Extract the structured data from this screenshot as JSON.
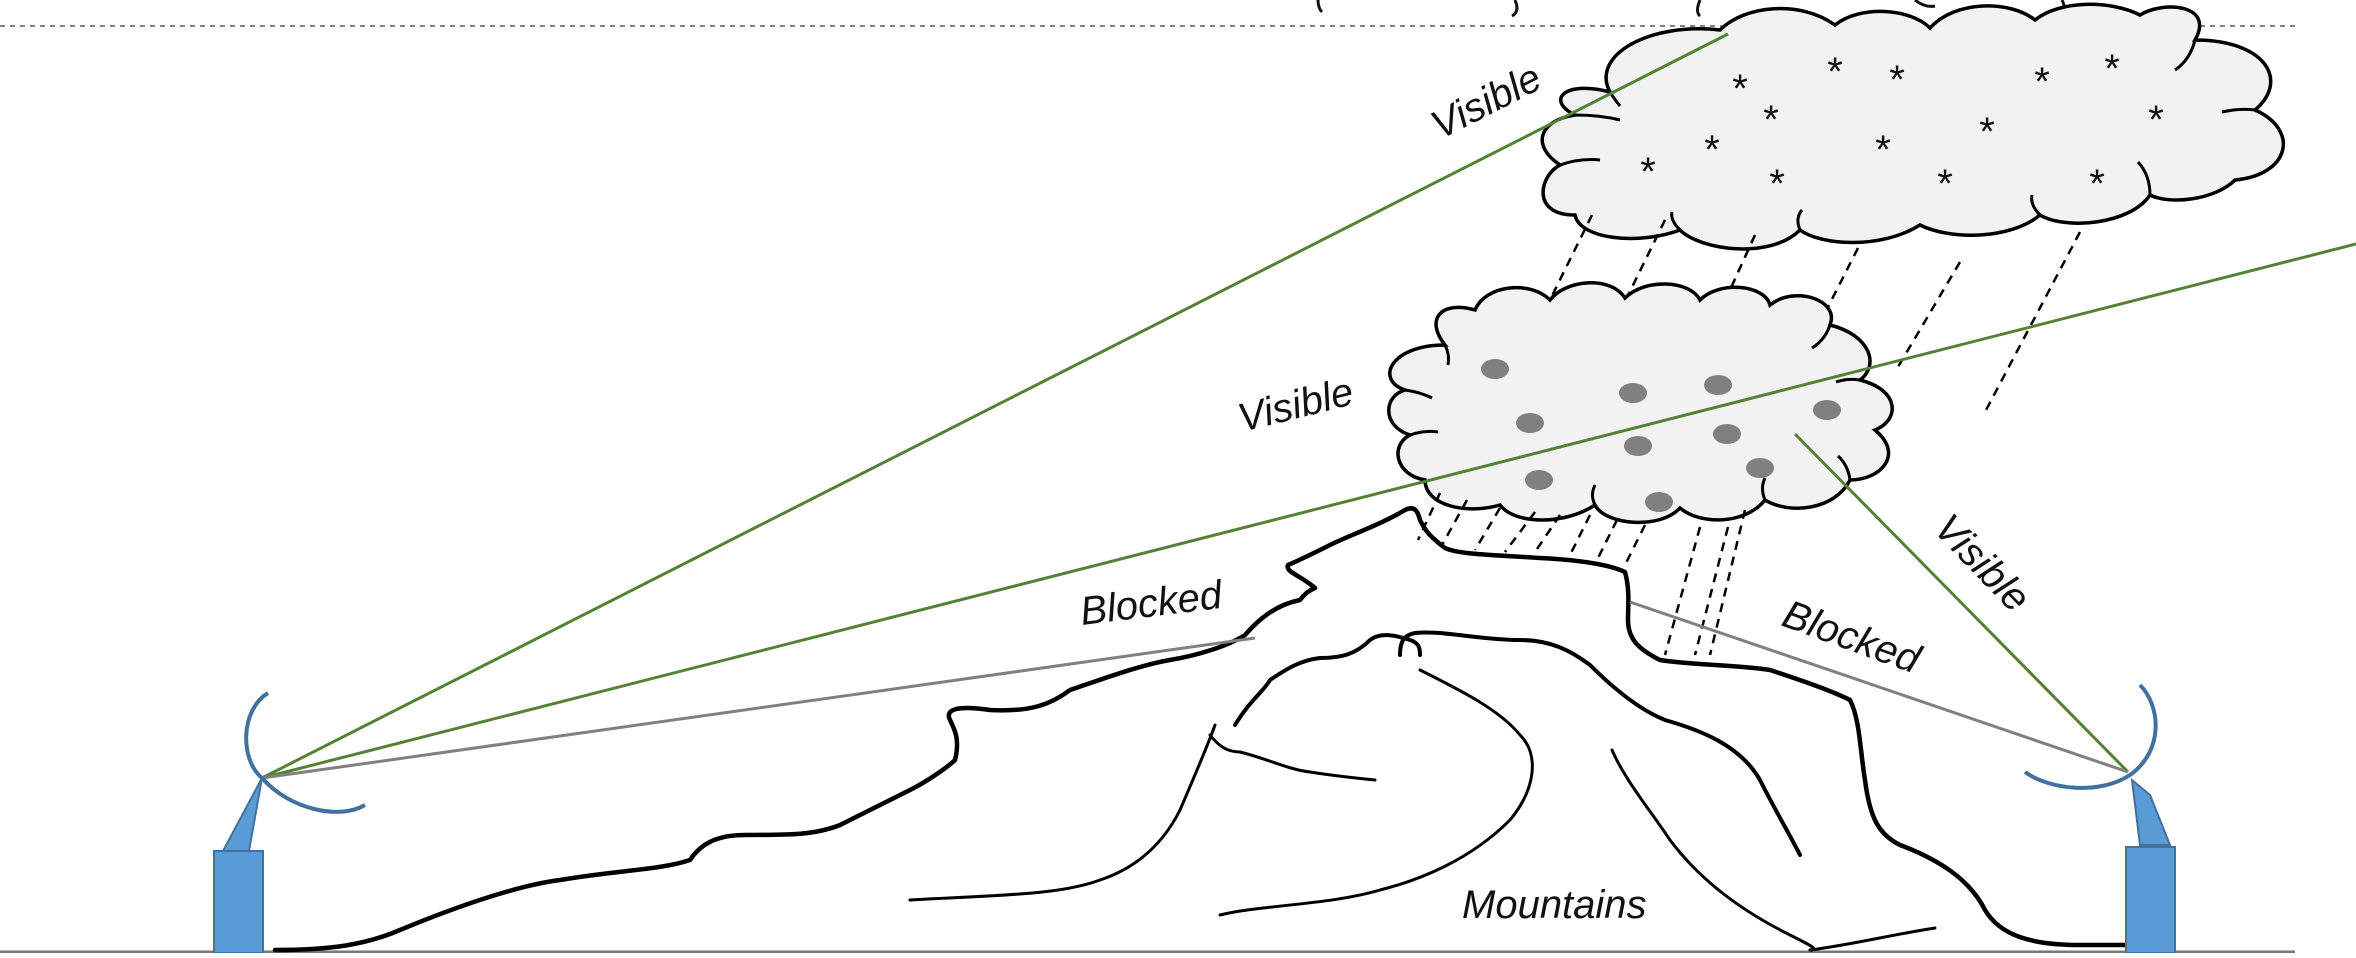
{
  "labels": {
    "visible_high": "Visible",
    "visible_mid": "Visible",
    "visible_right": "Visible",
    "blocked_left": "Blocked",
    "blocked_right": "Blocked",
    "mountains": "Mountains"
  },
  "colors": {
    "visible_ray": "#548235",
    "blocked_ray": "#808080",
    "radar": "#5b9bd5",
    "radar_outline": "#41719c",
    "cloud_fill": "#f2f2f2",
    "cloud_outline": "#000000",
    "droplet": "#808080",
    "mountain": "#000000"
  },
  "icons": {
    "left_radar": "radar-dish-icon",
    "right_radar": "radar-dish-icon",
    "snow": "snowflake-icon",
    "rain": "raindrop-icon"
  }
}
